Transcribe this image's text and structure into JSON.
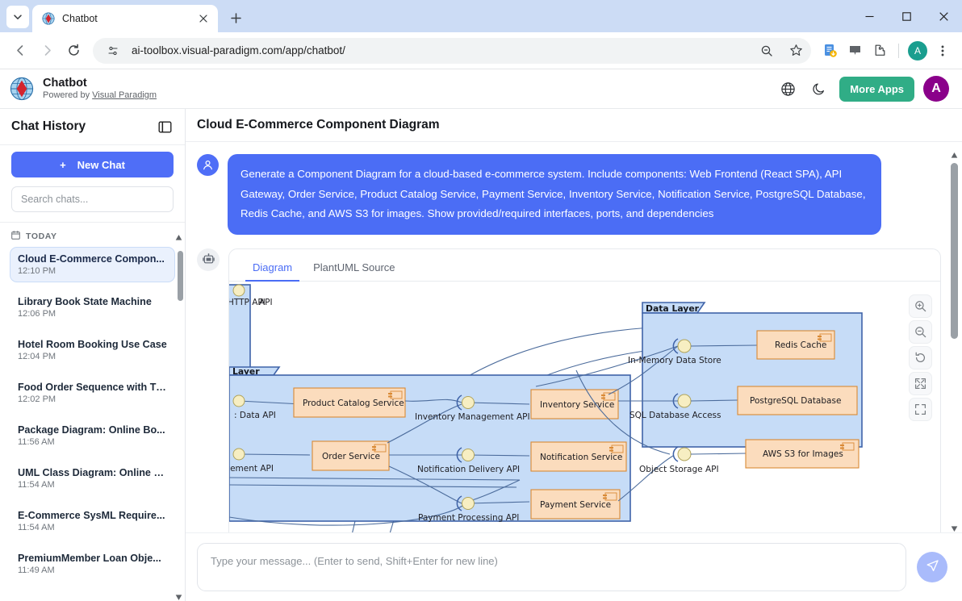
{
  "browser": {
    "tab": {
      "title": "Chatbot",
      "favicon": "visual-paradigm-favicon"
    },
    "url": "ai-toolbox.visual-paradigm.com/app/chatbot/",
    "profile_initial": "A"
  },
  "app_header": {
    "title": "Chatbot",
    "subtitle_prefix": "Powered by ",
    "subtitle_link": "Visual Paradigm",
    "more_apps_label": "More Apps",
    "user_initial": "A",
    "accent_color": "#30ad86",
    "avatar_color": "#8a008a"
  },
  "sidebar": {
    "heading": "Chat History",
    "new_chat_label": "New Chat",
    "new_chat_plus": "+",
    "search_placeholder": "Search chats...",
    "group_label": "TODAY",
    "accent_color": "#4f6ef7",
    "items": [
      {
        "title": "Cloud E-Commerce Compon...",
        "time": "12:10 PM",
        "active": true
      },
      {
        "title": "Library Book State Machine",
        "time": "12:06 PM",
        "active": false
      },
      {
        "title": "Hotel Room Booking Use Case",
        "time": "12:04 PM",
        "active": false
      },
      {
        "title": "Food Order Sequence with Ti...",
        "time": "12:02 PM",
        "active": false
      },
      {
        "title": "Package Diagram: Online Bo...",
        "time": "11:56 AM",
        "active": false
      },
      {
        "title": "UML Class Diagram: Online L...",
        "time": "11:54 AM",
        "active": false
      },
      {
        "title": "E-Commerce SysML Require...",
        "time": "11:54 AM",
        "active": false
      },
      {
        "title": "PremiumMember Loan Obje...",
        "time": "11:49 AM",
        "active": false
      }
    ]
  },
  "main": {
    "title": "Cloud E-Commerce Component Diagram",
    "user_message": "Generate a Component Diagram for a cloud-based e-commerce system. Include components: Web Frontend (React SPA), API Gateway, Order Service, Product Catalog Service, Payment Service, Inventory Service, Notification Service, PostgreSQL Database, Redis Cache, and AWS S3 for images. Show provided/required interfaces, ports, and dependencies",
    "tabs": [
      {
        "label": "Diagram",
        "active": true
      },
      {
        "label": "PlantUML Source",
        "active": false
      }
    ],
    "zoom_controls": [
      {
        "name": "zoom-in",
        "glyph": "zoom-in-icon"
      },
      {
        "name": "zoom-out",
        "glyph": "zoom-out-icon"
      },
      {
        "name": "reset",
        "glyph": "reset-icon"
      },
      {
        "name": "fit-screen",
        "glyph": "fit-screen-icon"
      },
      {
        "name": "fullscreen",
        "glyph": "fullscreen-icon"
      }
    ]
  },
  "composer": {
    "placeholder": "Type your message... (Enter to send, Shift+Enter for new line)",
    "value": "",
    "send_label": "send-icon"
  },
  "diagram": {
    "type": "uml-component-diagram",
    "packages": [
      {
        "label": "Layer",
        "note": "clipped left edge of a layer package"
      },
      {
        "label": "Data Layer"
      }
    ],
    "components": [
      {
        "label": "Product Catalog Service"
      },
      {
        "label": "Order Service"
      },
      {
        "label": "Inventory Service"
      },
      {
        "label": "Notification Service"
      },
      {
        "label": "Payment Service"
      },
      {
        "label": "Redis Cache"
      },
      {
        "label": "PostgreSQL Database"
      },
      {
        "label": "AWS S3 for Images"
      }
    ],
    "interfaces": [
      {
        "label": "HTTP API"
      },
      {
        "label": "Data API"
      },
      {
        "label": "Inventory Management API"
      },
      {
        "label": "agement API"
      },
      {
        "label": "Notification Delivery API"
      },
      {
        "label": "Payment Processing API"
      },
      {
        "label": "In-Memory Data Store"
      },
      {
        "label": "SQL Database Access"
      },
      {
        "label": "Object Storage API"
      }
    ],
    "colors": {
      "component_fill": "#fbdcbd",
      "component_stroke": "#d98a36",
      "package_fill": "#c6dcf7",
      "package_stroke": "#3f63a8",
      "interface_fill": "#f5eec0",
      "connector": "#4c6c9c"
    }
  }
}
